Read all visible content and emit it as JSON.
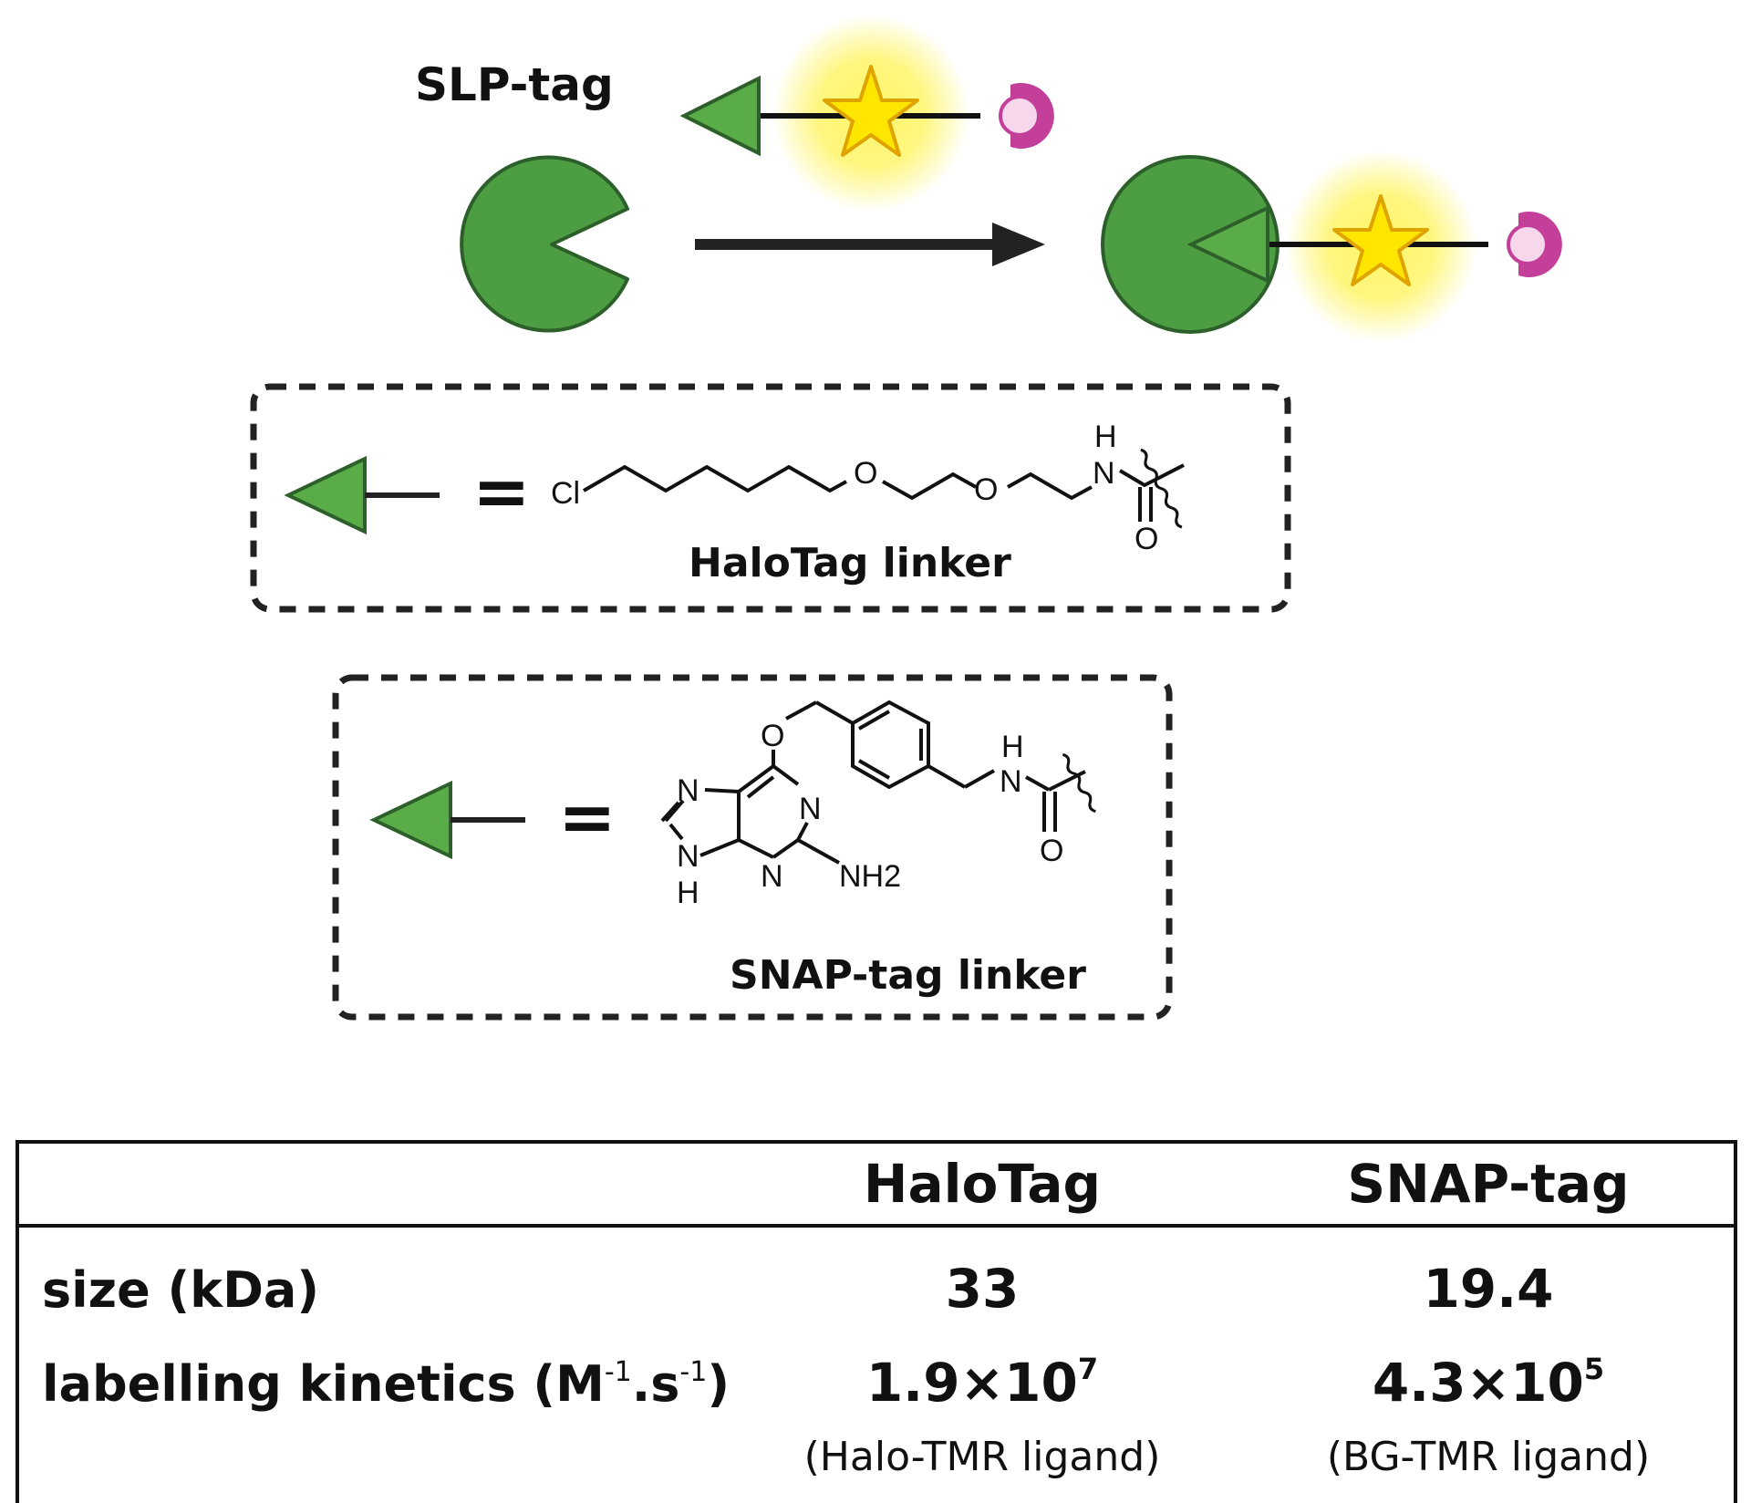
{
  "diagram": {
    "title": "SLP-tag",
    "colors": {
      "protein_green": "#4d9e42",
      "protein_outline": "#2c5f2a",
      "triangle_green": "#5aac48",
      "star_yellow": "#ffe600",
      "star_outline": "#e0a400",
      "glow": "#fff25a",
      "cap_magenta": "#c33f9a",
      "cap_pink": "#f6d7ec",
      "ink": "#111111"
    },
    "halotag_box": {
      "equals": "=",
      "atoms": {
        "cl": "Cl",
        "o1": "O",
        "o2": "O",
        "nh_h": "H",
        "nh_n": "N",
        "carbonyl_o": "O"
      },
      "caption": "HaloTag linker"
    },
    "snaptag_box": {
      "equals": "=",
      "atoms": {
        "ether_o": "O",
        "n7": "N",
        "n1": "N",
        "n9": "N",
        "n9_h": "H",
        "n3": "N",
        "nh2": "NH2",
        "nh_h": "H",
        "nh_n": "N",
        "carbonyl_o": "O"
      },
      "caption": "SNAP-tag linker"
    }
  },
  "table": {
    "headers": [
      "",
      "HaloTag",
      "SNAP-tag"
    ],
    "size": {
      "label": "size (kDa)",
      "halotag": "33",
      "snaptag": "19.4"
    },
    "kinetics": {
      "label_main": "labelling kinetics (M",
      "label_sup1": "-1",
      "label_mid": ".s",
      "label_sup2": "-1",
      "label_end": ")",
      "halotag_mantissa": "1.9×10",
      "halotag_exponent": "7",
      "halotag_note": "(Halo-TMR ligand)",
      "snaptag_mantissa": "4.3×10",
      "snaptag_exponent": "5",
      "snaptag_note": "(BG-TMR ligand)"
    }
  }
}
